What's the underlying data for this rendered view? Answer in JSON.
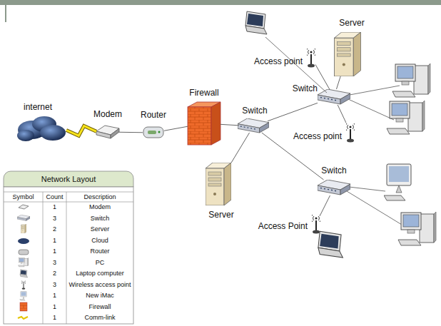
{
  "diagram": {
    "nodes": [
      {
        "text": [
          "internet"
        ]
      },
      {
        "text": [
          "Modem"
        ]
      },
      {
        "text": [
          "Router"
        ]
      },
      {
        "text": [
          "Firewall"
        ]
      },
      {
        "text": [
          "Switch"
        ]
      },
      {
        "text": [
          "Server"
        ]
      },
      {
        "text": [
          "Switch"
        ]
      },
      {
        "text": [
          "Server"
        ]
      },
      {
        "text": [
          "Access point"
        ]
      },
      {
        "text": [
          "Access point"
        ]
      },
      {
        "text": [
          "Switch"
        ]
      },
      {
        "text": [
          "Access Point"
        ]
      }
    ],
    "edges": [
      {
        "from": 0,
        "to": 1,
        "arrow": "none"
      },
      {
        "from": 1,
        "to": 2,
        "arrow": "none"
      },
      {
        "from": 2,
        "to": 3,
        "arrow": "none"
      },
      {
        "from": 3,
        "to": 4,
        "arrow": "none"
      },
      {
        "from": 4,
        "to": 5,
        "arrow": "none"
      },
      {
        "from": 4,
        "to": 6,
        "arrow": "none"
      },
      {
        "from": 4,
        "to": 10,
        "arrow": "none"
      },
      {
        "from": 6,
        "to": 7,
        "arrow": "none"
      },
      {
        "from": 6,
        "to": 8,
        "arrow": "none"
      },
      {
        "from": 6,
        "to": 9,
        "arrow": "none"
      },
      {
        "from": 10,
        "to": 11,
        "arrow": "none"
      }
    ],
    "labels": [
      "Network Layout",
      "Symbol",
      "Count",
      "Description",
      "1",
      "3",
      "2",
      "1",
      "1",
      "3",
      "2",
      "3",
      "1",
      "1",
      "1"
    ],
    "legend": [
      {
        "text": "Modem"
      },
      {
        "text": "Switch"
      },
      {
        "text": "Server"
      },
      {
        "text": "Cloud"
      },
      {
        "text": "Router"
      },
      {
        "text": "PC"
      },
      {
        "text": "Laptop computer"
      },
      {
        "text": "Wireless access point"
      },
      {
        "text": "New iMac"
      },
      {
        "text": "Firewall"
      },
      {
        "text": "Comm-link"
      }
    ]
  }
}
